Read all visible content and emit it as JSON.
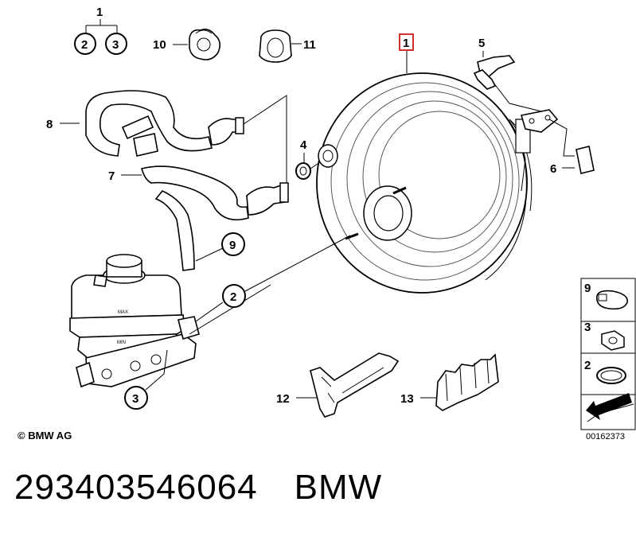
{
  "diagram": {
    "callouts": {
      "c1_head": "1",
      "c2": "2",
      "c3": "3",
      "c10": "10",
      "c11": "11",
      "c1_box": "1",
      "c5": "5",
      "c8": "8",
      "c4": "4",
      "c7": "7",
      "c6": "6",
      "c9": "9",
      "c2_mid": "2",
      "c3_low": "3",
      "c12": "12",
      "c13": "13"
    },
    "reservoir_marks": {
      "max": "MAX",
      "min": "MIN"
    },
    "legend": {
      "l9": "9",
      "l3": "3",
      "l2": "2"
    },
    "highlight_color": "#d32f2f"
  },
  "copyright": "© BMW AG",
  "diagram_ref": "00162373",
  "footer": {
    "part_number": "293403546064",
    "brand": "BMW"
  }
}
